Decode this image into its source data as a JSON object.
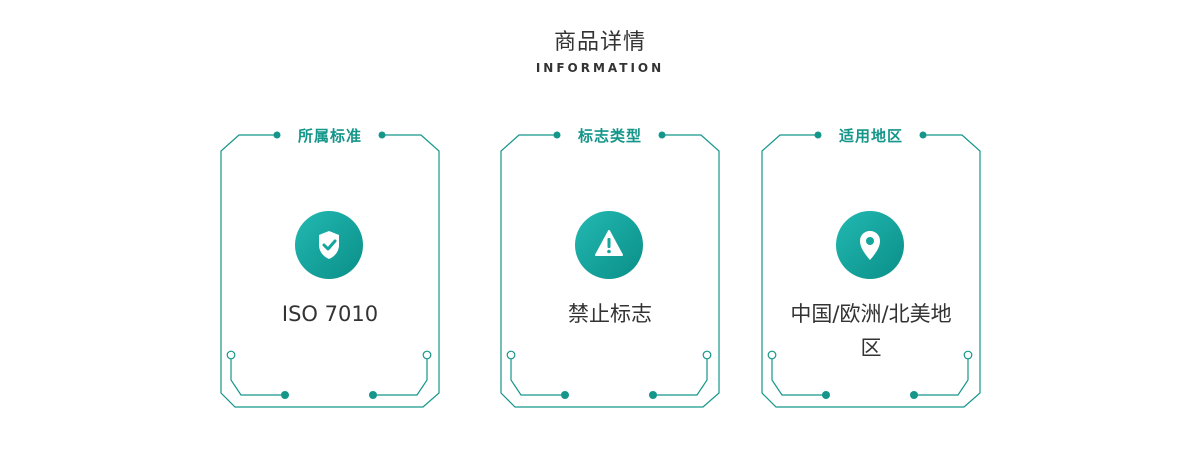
{
  "header": {
    "title": "商品详情",
    "subtitle": "INFORMATION"
  },
  "cards": [
    {
      "label": "所属标准",
      "value": "ISO 7010",
      "icon": "shield-check-icon"
    },
    {
      "label": "标志类型",
      "value": "禁止标志",
      "icon": "warning-triangle-icon"
    },
    {
      "label": "适用地区",
      "value": "中国/欧洲/北美地区",
      "icon": "location-pin-icon"
    }
  ],
  "colors": {
    "accent": "#14968a",
    "icon_gradient_start": "#22b9b2",
    "icon_gradient_end": "#0a8f88",
    "text": "#333333"
  }
}
